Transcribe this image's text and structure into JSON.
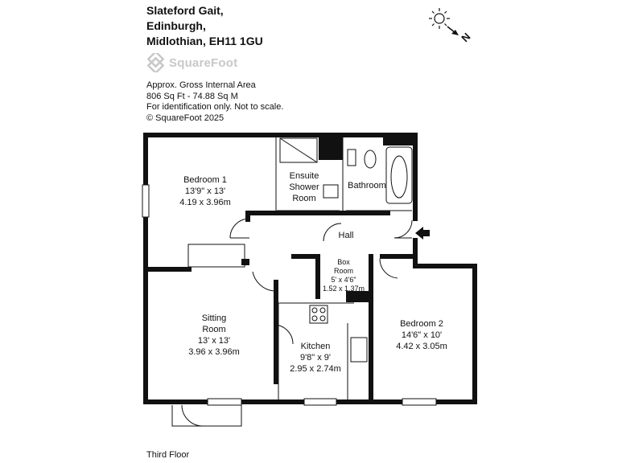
{
  "address": {
    "line1": "Slateford Gait,",
    "line2": "Edinburgh,",
    "line3": "Midlothian, EH11 1GU"
  },
  "logo": {
    "text": "SquareFoot"
  },
  "area_info": {
    "line1": "Approx. Gross Internal Area",
    "line2": "806 Sq Ft  -  74.88 Sq M",
    "line3": "For identification only. Not to scale.",
    "line4": "© SquareFoot 2025"
  },
  "compass": {
    "north": "N"
  },
  "rooms": {
    "bedroom1": {
      "name": "Bedroom 1",
      "imperial": "13'9\" x 13'",
      "metric": "4.19 x 3.96m"
    },
    "ensuite": {
      "line1": "Ensuite",
      "line2": "Shower",
      "line3": "Room"
    },
    "bathroom": {
      "name": "Bathroom"
    },
    "hall": {
      "name": "Hall"
    },
    "box_room": {
      "line1": "Box",
      "line2": "Room",
      "imperial": "5' x 4'6\"",
      "metric": "1.52 x 1.37m"
    },
    "sitting_room": {
      "line1": "Sitting",
      "line2": "Room",
      "imperial": "13' x 13'",
      "metric": "3.96 x 3.96m"
    },
    "kitchen": {
      "name": "Kitchen",
      "imperial": "9'8\" x 9'",
      "metric": "2.95 x 2.74m"
    },
    "bedroom2": {
      "name": "Bedroom 2",
      "imperial": "14'6\" x 10'",
      "metric": "4.42 x 3.05m"
    }
  },
  "floor": {
    "label": "Third Floor"
  }
}
